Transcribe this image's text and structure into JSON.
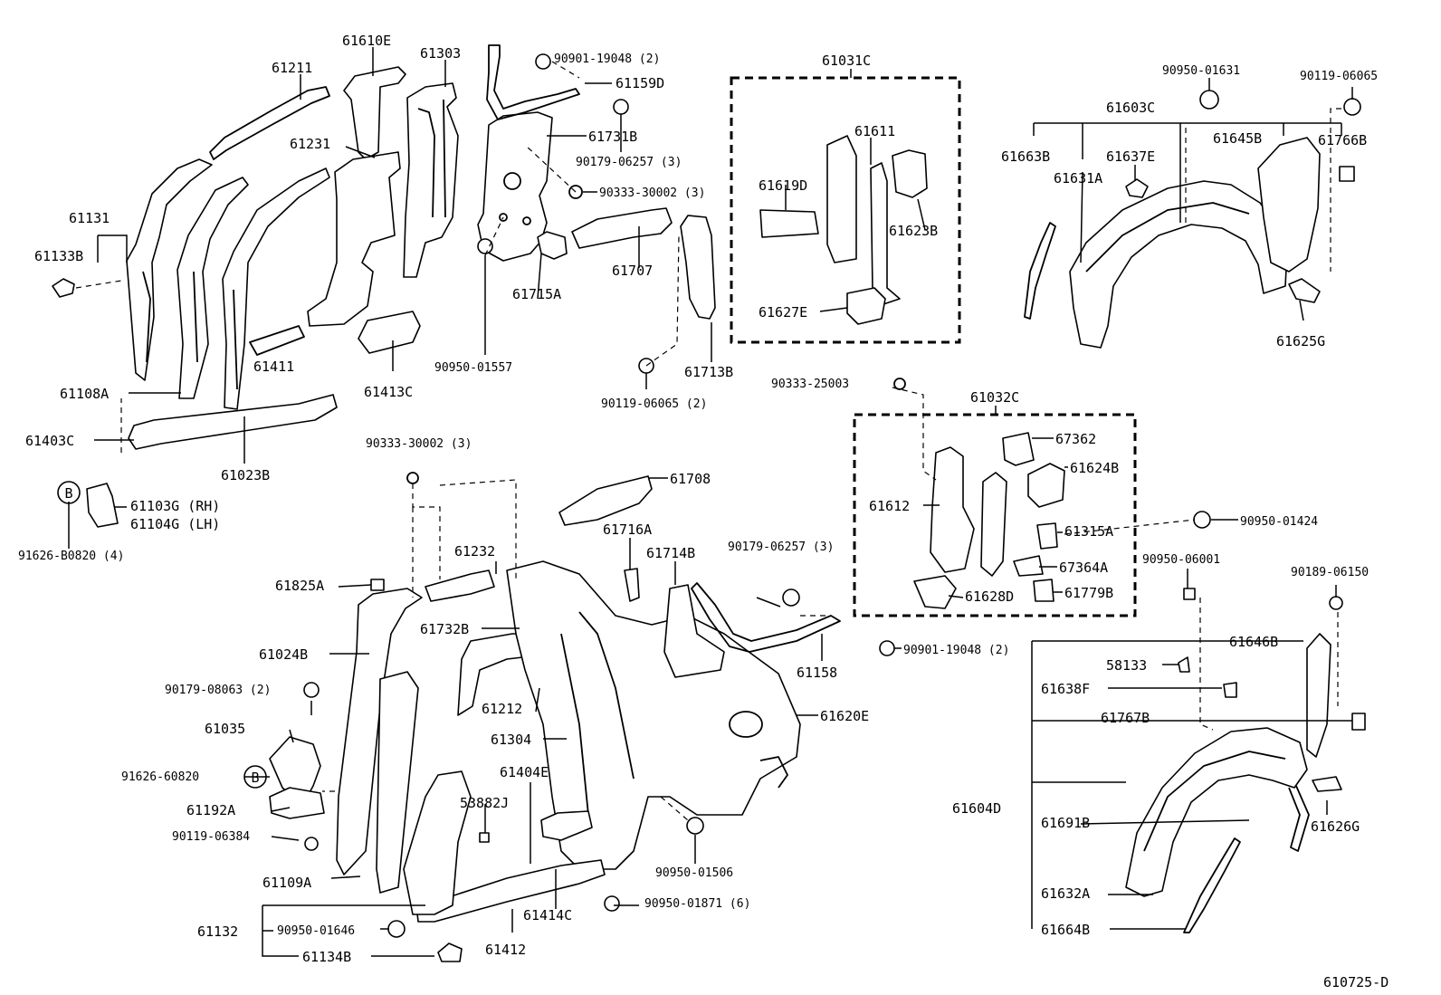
{
  "diagram_id": "610725-D",
  "callout": "B",
  "labels": {
    "p61211": "61211",
    "p61610E": "61610E",
    "p61303": "61303",
    "p90901_19048a": "90901-19048 (2)",
    "p61159D": "61159D",
    "p61731B": "61731B",
    "p90179_06257a": "90179-06257 (3)",
    "p90333_30002a": "90333-30002 (3)",
    "p61231": "61231",
    "p61131": "61131",
    "p61133B": "61133B",
    "p61108A": "61108A",
    "p61411": "61411",
    "p61403C": "61403C",
    "p61023B": "61023B",
    "p61413C": "61413C",
    "p90950_01557": "90950-01557",
    "p61715A": "61715A",
    "p61707": "61707",
    "p61713B": "61713B",
    "p90119_06065a": "90119-06065 (2)",
    "p61103G": "61103G (RH)",
    "p61104G": "61104G (LH)",
    "p91626_B0820": "91626-B0820 (4)",
    "p61031C": "61031C",
    "p61611": "61611",
    "p61619D": "61619D",
    "p61623B": "61623B",
    "p61627E": "61627E",
    "p90950_01631": "90950-01631",
    "p90119_06065b": "90119-06065",
    "p61603C": "61603C",
    "p61663B": "61663B",
    "p61637E": "61637E",
    "p61645B": "61645B",
    "p61766B": "61766B",
    "p61631A": "61631A",
    "p61625G": "61625G",
    "p90333_25003": "90333-25003",
    "p61032C": "61032C",
    "p67362": "67362",
    "p61624B": "61624B",
    "p61612": "61612",
    "p61315A": "61315A",
    "p67364A": "67364A",
    "p61628D": "61628D",
    "p61779B": "61779B",
    "p90950_01424": "90950-01424",
    "p90333_30002b": "90333-30002 (3)",
    "p61708": "61708",
    "p61716A": "61716A",
    "p61714B": "61714B",
    "p90179_06257b": "90179-06257 (3)",
    "p61232": "61232",
    "p61825A": "61825A",
    "p61732B": "61732B",
    "p61024B": "61024B",
    "p90179_08063": "90179-08063 (2)",
    "p61035": "61035",
    "p61212": "61212",
    "p61304": "61304",
    "p61158": "61158",
    "p90901_19048b": "90901-19048 (2)",
    "p61620E": "61620E",
    "p91626_60820": "91626-60820",
    "p61192A": "61192A",
    "p90119_06384": "90119-06384",
    "p61404E": "61404E",
    "p53882J": "53882J",
    "p61109A": "61109A",
    "p90950_01506": "90950-01506",
    "p61132": "61132",
    "p90950_01646": "90950-01646",
    "p61414C": "61414C",
    "p90950_01871": "90950-01871 (6)",
    "p61412": "61412",
    "p61134B": "61134B",
    "p90950_06001": "90950-06001",
    "p90189_06150": "90189-06150",
    "p61646B": "61646B",
    "p58133": "58133",
    "p61638F": "61638F",
    "p61767B": "61767B",
    "p61604D": "61604D",
    "p61691B": "61691B",
    "p61626G": "61626G",
    "p61632A": "61632A",
    "p61664B": "61664B"
  }
}
